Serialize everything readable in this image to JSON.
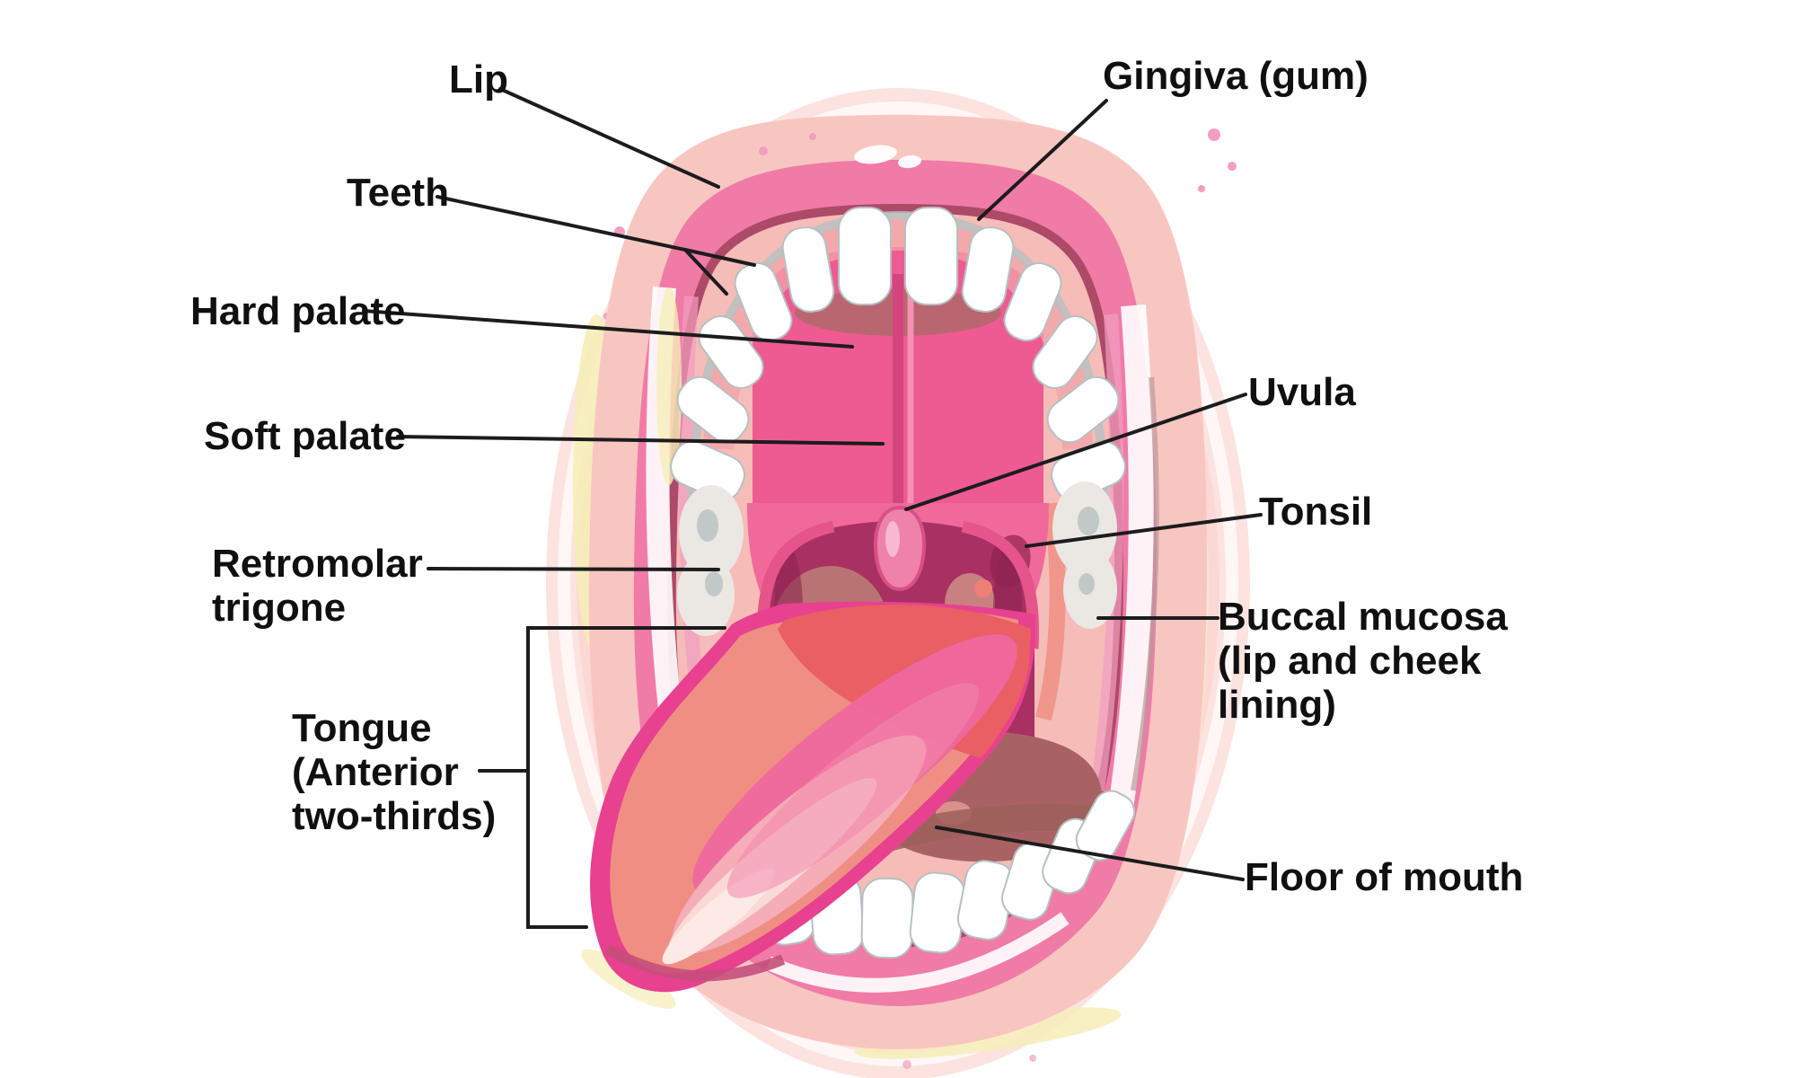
{
  "figure": {
    "type": "anatomical diagram",
    "subject": "Anatomy of the oral cavity (open mouth, front view)"
  },
  "labels": {
    "lip": "Lip",
    "teeth": "Teeth",
    "hard_palate": "Hard palate",
    "soft_palate": "Soft palate",
    "retromolar_trigone": [
      "Retromolar",
      "trigone"
    ],
    "tongue": [
      "Tongue",
      "(Anterior",
      "two-thirds)"
    ],
    "gingiva": "Gingiva (gum)",
    "uvula": "Uvula",
    "tonsil": "Tonsil",
    "buccal_mucosa": [
      "Buccal mucosa",
      "(lip and cheek",
      "lining)"
    ],
    "floor_of_mouth": "Floor of mouth"
  },
  "colors": {
    "background": "#ffffff",
    "label_text": "#101010",
    "leader_line": "#1c1c1c",
    "halo": "#fce3e0",
    "halo_ring": "#fbd6d2",
    "lip_outer": "#f8c6c1",
    "lip_inner": "#f07ba7",
    "lip_crease": "#ad4a68",
    "gingiva": "#f6bcb8",
    "gum_shadow": "#f2a3a8",
    "tooth": "#ffffff",
    "tooth_gap": "#b6c0c1",
    "side_tooth": "#ebe7e3",
    "hard_palate": "#ee5b93",
    "palate_raphe": "#d4457f",
    "palate_raphe_light": "#f690b5",
    "palate_shadow": "#a86a66",
    "soft_palate": "#f1699a",
    "fauces_arch": "#e5548a",
    "throat": "#a93063",
    "throat_texture": "#b97373",
    "throat_deep": "#8e2450",
    "uvula": "#ef82aa",
    "uvula_outline": "#d94f86",
    "tongue_border": "#e84190",
    "tongue_body": "#ef8f83",
    "tongue_dorsum": "#e95f63",
    "tongue_band": "#ef68a0",
    "tongue_highlight": "#f5adb8",
    "tongue_highlight_light": "#fbd9d6",
    "tongue_highlight_bright": "#fdeae6",
    "floor_of_mouth": "#a96263",
    "floor_spot": "#d8918c",
    "tooth_shadow_arc": "#9c6059",
    "under_tongue_shadow": "#c44f7b",
    "cream_streak": "#f6edb8",
    "pink_speckle": "#f29ec0",
    "white_highlight": "#ffffff"
  }
}
